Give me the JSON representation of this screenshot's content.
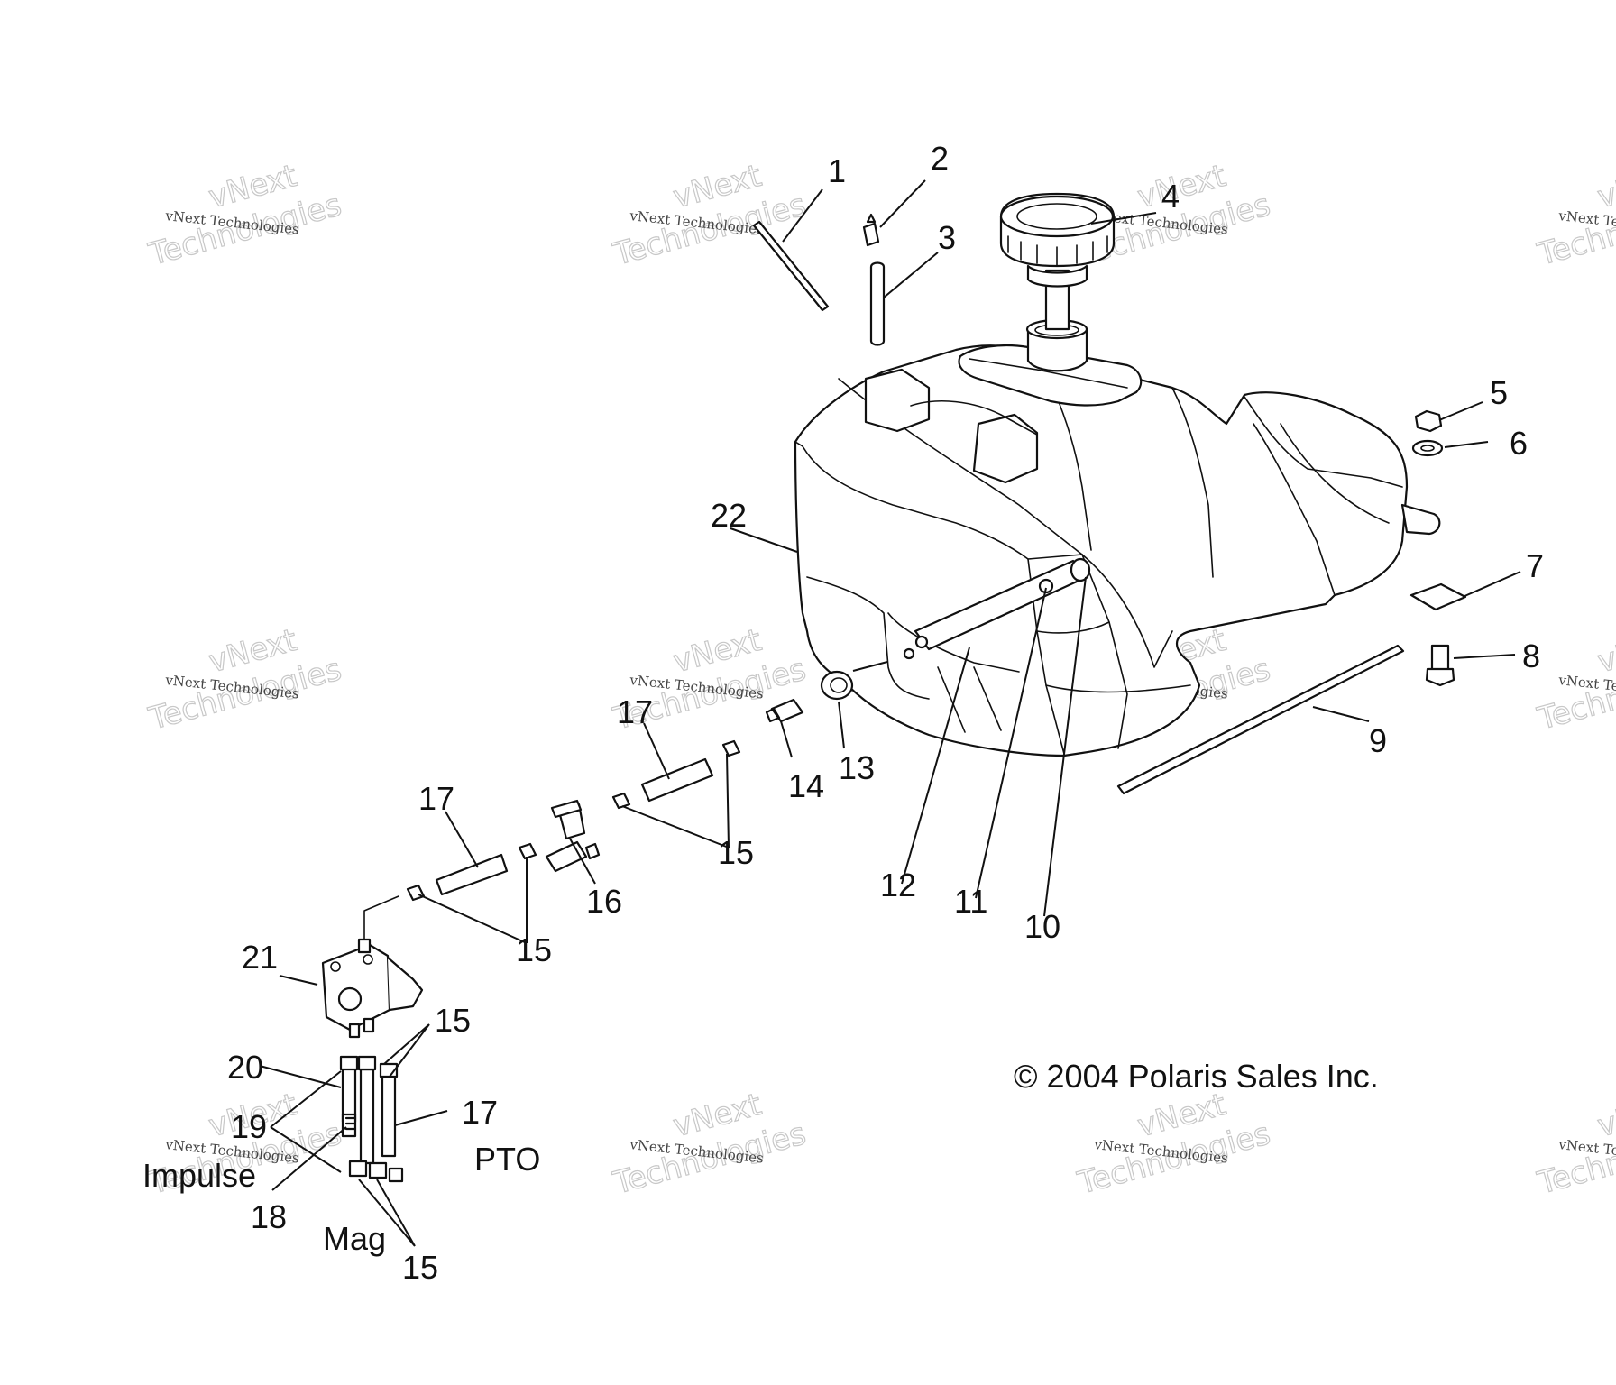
{
  "watermark": {
    "line1": "vNext",
    "line2": "Technologies",
    "small": "vNext Technologies"
  },
  "copyright": "© 2004 Polaris Sales Inc.",
  "labels": {
    "impulse": "Impulse",
    "pto": "PTO",
    "mag": "Mag"
  },
  "callouts": {
    "c1": "1",
    "c2": "2",
    "c3": "3",
    "c4": "4",
    "c5": "5",
    "c6": "6",
    "c7": "7",
    "c8": "8",
    "c9": "9",
    "c10": "10",
    "c11": "11",
    "c12": "12",
    "c13": "13",
    "c14": "14",
    "c15a": "15",
    "c15b": "15",
    "c15c": "15",
    "c15d": "15",
    "c16": "16",
    "c17a": "17",
    "c17b": "17",
    "c17c": "17",
    "c18": "18",
    "c19": "19",
    "c20": "20",
    "c21": "21",
    "c22": "22"
  }
}
